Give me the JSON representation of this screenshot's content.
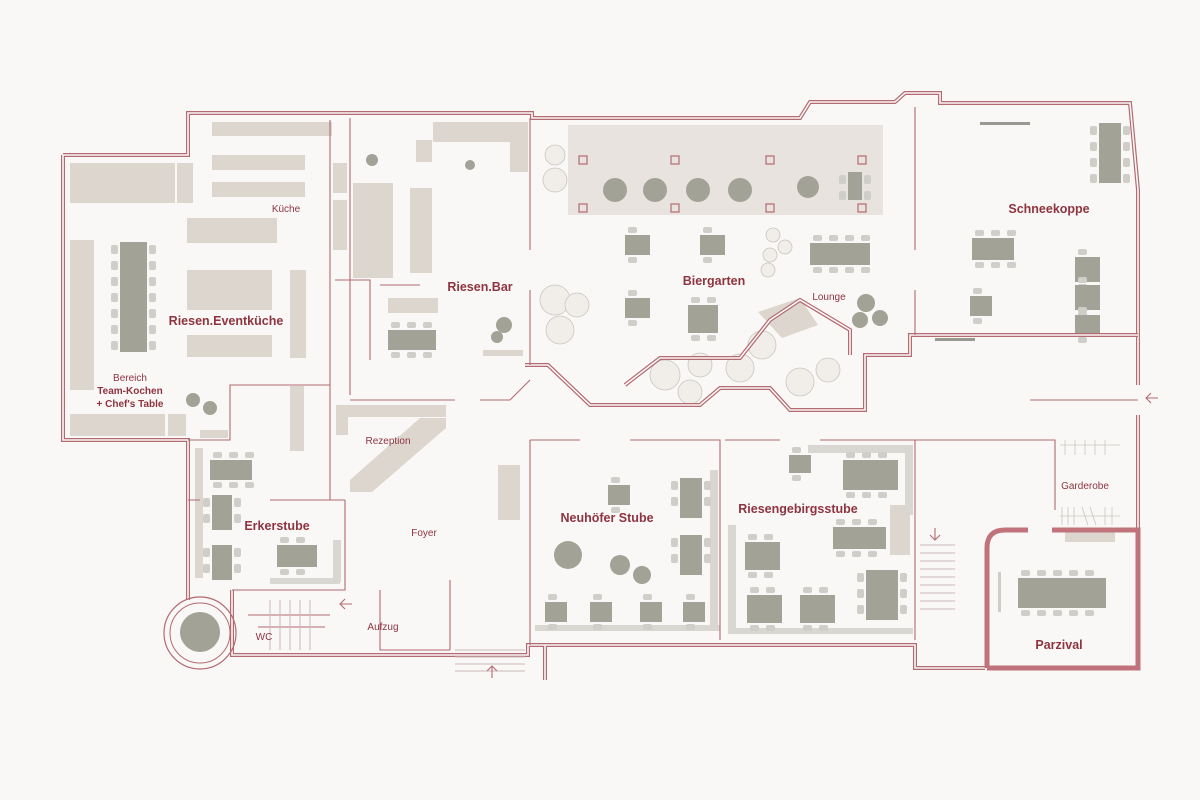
{
  "floorplan": {
    "rooms": {
      "kueche": "Küche",
      "eventkueche": "Riesen.Eventküche",
      "bereich_1": "Bereich",
      "bereich_2": "Team-Kochen",
      "bereich_3": "+ Chef's Table",
      "bar": "Riesen.Bar",
      "biergarten": "Biergarten",
      "lounge": "Lounge",
      "schneekoppe": "Schneekoppe",
      "rezeption": "Rezeption",
      "erkerstube": "Erkerstube",
      "foyer": "Foyer",
      "neuhoefer": "Neuhöfer Stube",
      "riesengebirgsstube": "Riesengebirgsstube",
      "garderobe": "Garderobe",
      "wc": "WC",
      "aufzug": "Aufzug",
      "parzival": "Parzival"
    },
    "colors": {
      "wall": "#b36a71",
      "label": "#8e3440",
      "highlight": "#c0737a",
      "furniture": "#ddd6cf",
      "table": "#a3a296",
      "background": "#faf8f6"
    }
  }
}
